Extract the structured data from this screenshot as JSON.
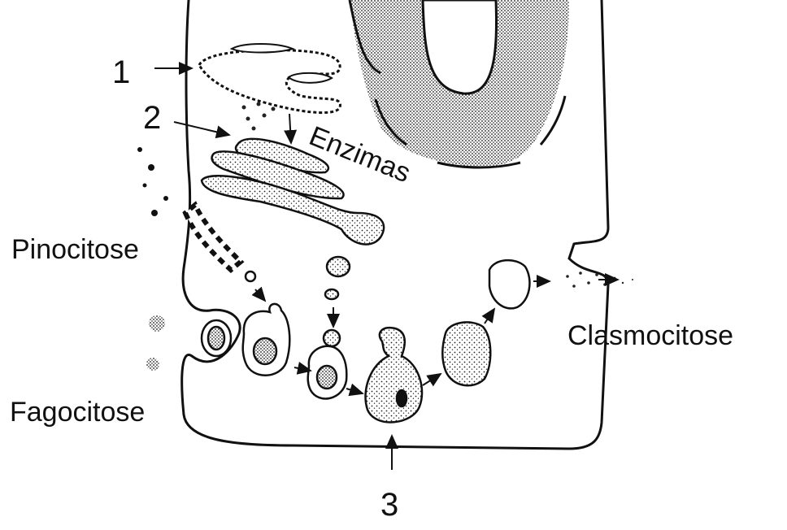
{
  "labels": {
    "num1": "1",
    "num2": "2",
    "num3": "3",
    "enzimas": "Enzimas",
    "pinocitose": "Pinocitose",
    "fagocitose": "Fagocitose",
    "clasmocitose": "Clasmocitose"
  },
  "colors": {
    "ink": "#111111",
    "stipple": "#333333",
    "paper": "#ffffff"
  }
}
